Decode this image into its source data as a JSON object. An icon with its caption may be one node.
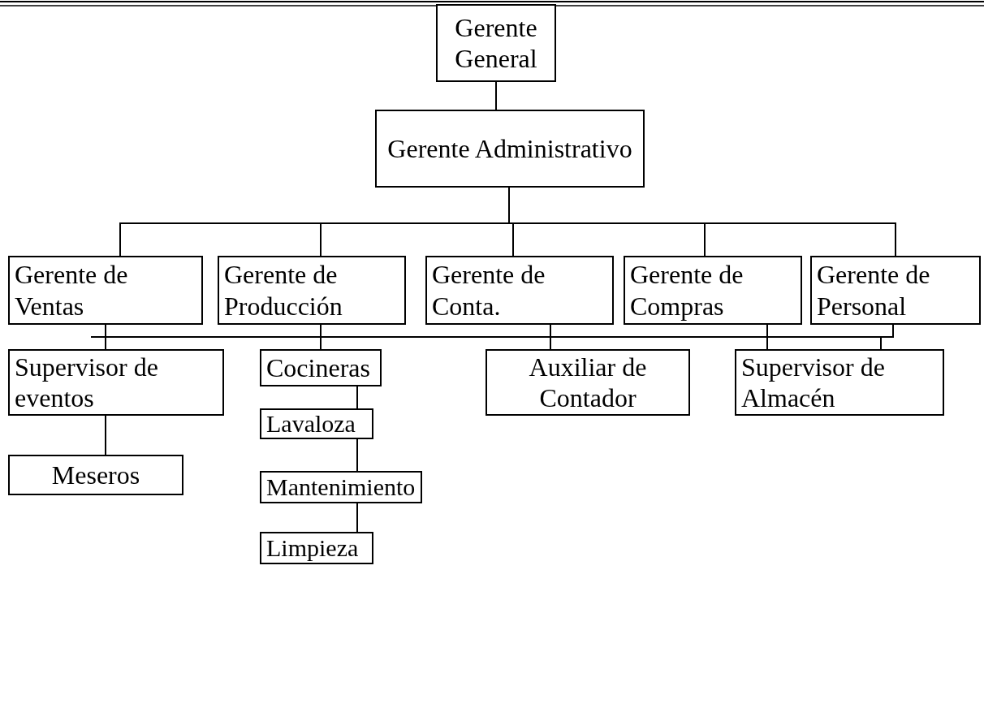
{
  "diagram": {
    "nodes": [
      {
        "text": [
          "Gerente General"
        ]
      },
      {
        "text": [
          "Gerente Administrativo"
        ]
      },
      {
        "text": [
          "Gerente de Ventas"
        ]
      },
      {
        "text": [
          "Gerente de Producción"
        ]
      },
      {
        "text": [
          "Gerente de Conta."
        ]
      },
      {
        "text": [
          "Gerente de Compras"
        ]
      },
      {
        "text": [
          "Gerente de Personal"
        ]
      },
      {
        "text": [
          "Supervisor de eventos"
        ]
      },
      {
        "text": [
          "Cocineras"
        ]
      },
      {
        "text": [
          "Auxiliar de Contador"
        ]
      },
      {
        "text": [
          "Supervisor de Almacén"
        ]
      },
      {
        "text": [
          "Meseros"
        ]
      },
      {
        "text": [
          "Lavaloza"
        ]
      },
      {
        "text": [
          "Mantenimiento"
        ]
      },
      {
        "text": [
          "Limpieza"
        ]
      }
    ],
    "edges": [
      {
        "from": 0,
        "to": 1,
        "arrow": "none"
      },
      {
        "from": 1,
        "to": 2,
        "arrow": "none"
      },
      {
        "from": 1,
        "to": 3,
        "arrow": "none"
      },
      {
        "from": 1,
        "to": 4,
        "arrow": "none"
      },
      {
        "from": 1,
        "to": 5,
        "arrow": "none"
      },
      {
        "from": 1,
        "to": 6,
        "arrow": "none"
      },
      {
        "from": 2,
        "to": 7,
        "arrow": "none"
      },
      {
        "from": 3,
        "to": 8,
        "arrow": "none"
      },
      {
        "from": 4,
        "to": 9,
        "arrow": "none"
      },
      {
        "from": 5,
        "to": 10,
        "arrow": "none"
      },
      {
        "from": 6,
        "to": 10,
        "arrow": "none"
      },
      {
        "from": 7,
        "to": 11,
        "arrow": "none"
      },
      {
        "from": 8,
        "to": 12,
        "arrow": "none"
      },
      {
        "from": 12,
        "to": 13,
        "arrow": "none"
      },
      {
        "from": 13,
        "to": 14,
        "arrow": "none"
      }
    ]
  }
}
